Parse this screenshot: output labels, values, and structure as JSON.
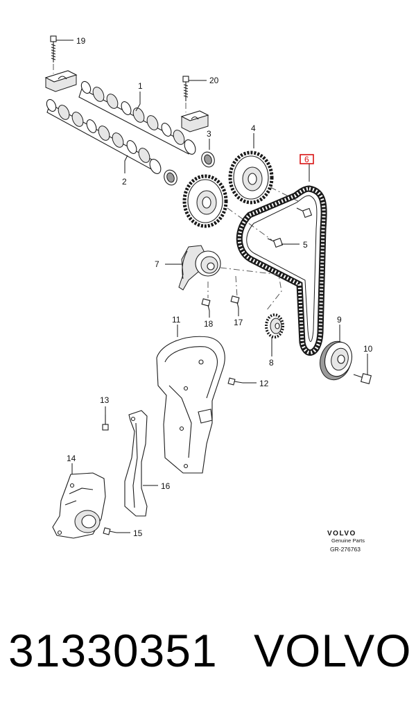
{
  "callouts": {
    "c1": "1",
    "c2": "2",
    "c3": "3",
    "c4": "4",
    "c5": "5",
    "c6": "6",
    "c7": "7",
    "c8": "8",
    "c9": "9",
    "c10": "10",
    "c11": "11",
    "c12": "12",
    "c13": "13",
    "c14": "14",
    "c15": "15",
    "c16": "16",
    "c17": "17",
    "c18": "18",
    "c19": "19",
    "c20": "20"
  },
  "highlighted_callout": "6",
  "highlight_color": "#d81313",
  "brand_block": {
    "logo": "VOLVO",
    "subtitle": "Genuine Parts",
    "code": "GR-276763"
  },
  "caption": {
    "part_number": "31330351",
    "brand": "VOLVO"
  }
}
